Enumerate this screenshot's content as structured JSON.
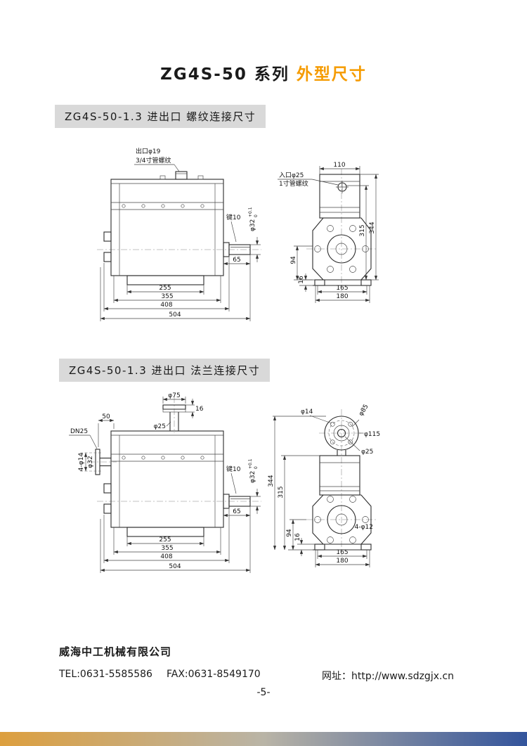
{
  "title": {
    "model": "ZG4S-50 系列",
    "suffix": "外型尺寸"
  },
  "sections": {
    "s1": {
      "heading": "ZG4S-50-1.3 进出口 螺纹连接尺寸"
    },
    "s2": {
      "heading": "ZG4S-50-1.3 进出口 法兰连接尺寸"
    }
  },
  "d1": {
    "outlet1": "出口φ19",
    "outlet2": "3/4寸管螺纹",
    "key": "键10",
    "shaft_dia": "φ32",
    "tol_up": "+0.1",
    "tol_dn": "0",
    "len65": "65",
    "b255": "255",
    "b355": "355",
    "b408": "408",
    "b504": "504",
    "w110": "110",
    "inlet1": "入口φ25",
    "inlet2": "1寸管螺纹",
    "h315": "315",
    "h344": "344",
    "h94": "94",
    "h16": "16",
    "f165": "165",
    "f180": "180"
  },
  "d2": {
    "fl75": "φ75",
    "fl16": "16",
    "fl25": "φ25",
    "off50": "50",
    "dn25": "DN25",
    "bolt14": "4-φ14",
    "port32": "φ32",
    "key": "键10",
    "shaft_dia": "φ32",
    "tol_up": "+0.1",
    "tol_dn": "0",
    "len65": "65",
    "b255": "255",
    "b355": "355",
    "b408": "408",
    "b504": "504",
    "e14": "φ14",
    "e85": "φ85",
    "e115": "φ115",
    "e25": "φ25",
    "h344": "344",
    "h315": "315",
    "h94": "94",
    "h16": "16",
    "bolt12": "4-φ12",
    "f165": "165",
    "f180": "180"
  },
  "footer": {
    "company": "威海中工机械有限公司",
    "tel": "TEL:0631-5585586",
    "fax": "FAX:0631-8549170",
    "web": "网址：http://www.sdzgjx.cn",
    "page_number": "-5-"
  },
  "colors": {
    "accent": "#f59b00",
    "heading_bg": "#d9d9d9",
    "bar_left": "#dd9f3e",
    "bar_mid": "#b9b4a6",
    "bar_right": "#33549c"
  }
}
